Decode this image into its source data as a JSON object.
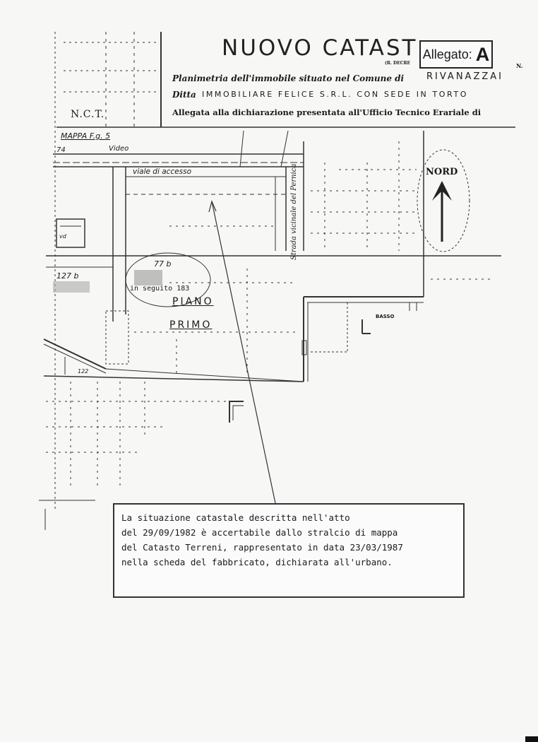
{
  "header": {
    "title": "NUOVO CATAST",
    "title_small": "(R. DECRE",
    "title_n": "N.",
    "allegato_label": "Allegato:",
    "allegato_letter": "A"
  },
  "form": {
    "planimetria_label": "Planimetria dell'immobile situato nel Comune di",
    "comune": "RIVANAZZAI",
    "ditta_label": "Ditta",
    "ditta_value": "IMMOBILIARE  FELICE  S.R.L.  CON  SEDE  IN  TORTO",
    "allegata_label": "Allegata alla dichiarazione presentata all'Ufficio Tecnico Erariale di",
    "nct": "N.C.T."
  },
  "plan": {
    "mappa": "MAPPA F.g. 5",
    "parcel_74": "74",
    "video": "Video",
    "viale": "viale di accesso",
    "strada": "Strada vicinale del Pernica",
    "nord": "NORD",
    "parcel_77b": "77 b",
    "parcel_127b": "127 b",
    "in_seguito": "in seguito 183",
    "piano": "PIANO",
    "primo": "PRIMO",
    "basso": "BASSO",
    "parcel_122": "122",
    "ed": "vd"
  },
  "note": {
    "lines": [
      "La situazione catastale descritta nell'atto",
      "del 29/09/1982 è accertabile dallo stralcio di mappa",
      "del Catasto Terreni, rappresentato in data 23/03/1987",
      "nella scheda del fabbricato, dichiarata all'urbano."
    ]
  }
}
